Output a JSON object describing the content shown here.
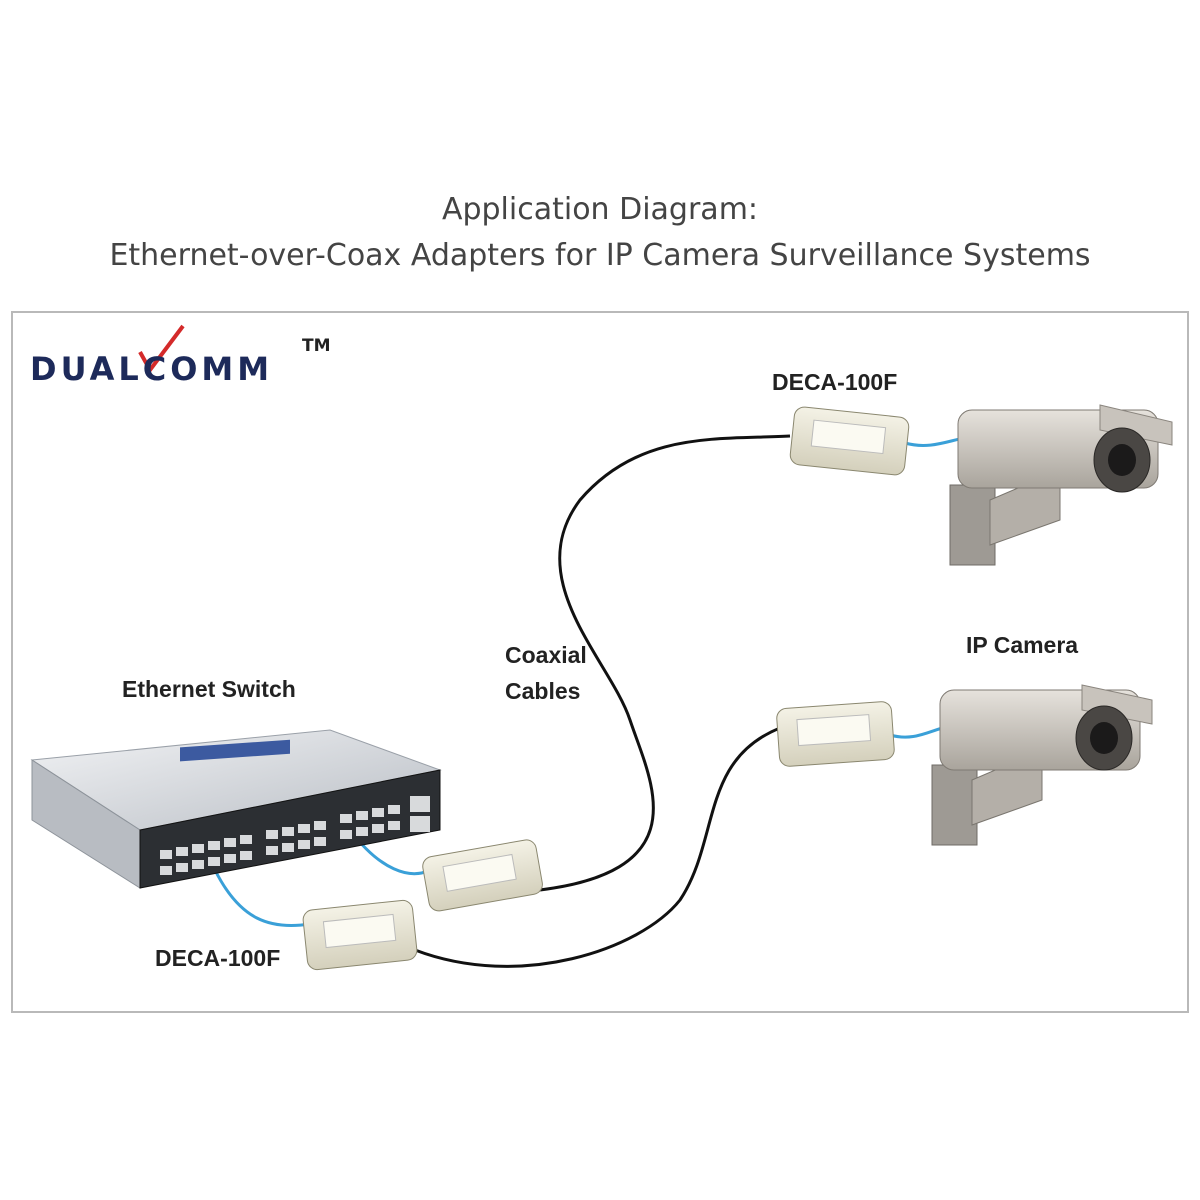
{
  "title": {
    "line1": "Application Diagram:",
    "line2": "Ethernet-over-Coax Adapters for IP Camera Surveillance Systems"
  },
  "logo": {
    "text": "DUALCOMM",
    "trademark": "TM",
    "accent": "#d42a2a",
    "color": "#1d2a5a"
  },
  "labels": {
    "adapter_top": "DECA-100F",
    "adapter_bottom": "DECA-100F",
    "ip_camera": "IP Camera",
    "ethernet_switch": "Ethernet Switch",
    "coax_line1": "Coaxial",
    "coax_line2": "Cables"
  },
  "colors": {
    "ethernet_cable": "#3aa0d8",
    "coax_cable": "#111111"
  }
}
